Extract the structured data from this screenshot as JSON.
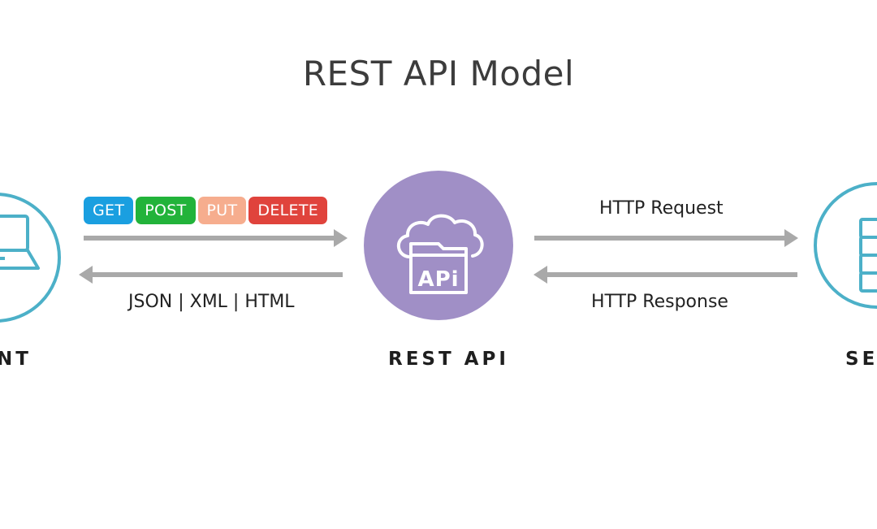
{
  "title": "REST API Model",
  "methods": [
    {
      "label": "GET",
      "color": "#1a9fe0"
    },
    {
      "label": "POST",
      "color": "#22b33a"
    },
    {
      "label": "PUT",
      "color": "#f6ad8e"
    },
    {
      "label": "DELETE",
      "color": "#e0433c"
    }
  ],
  "edges": {
    "client_to_api_label": "",
    "api_to_client_label": "JSON | XML | HTML",
    "api_to_server_label": "HTTP Request",
    "server_to_api_label": "HTTP Response"
  },
  "nodes": {
    "client": {
      "label": "NT",
      "icon": "laptop-icon"
    },
    "api": {
      "label": "REST API",
      "icon": "api-cloud-icon",
      "icon_text": "APi"
    },
    "server": {
      "label": "SE",
      "icon": "server-icon"
    }
  },
  "colors": {
    "ring": "#4cb0c8",
    "api_circle": "#a08fc6",
    "arrow": "#a9a9a9",
    "title": "#3c3c3c"
  }
}
